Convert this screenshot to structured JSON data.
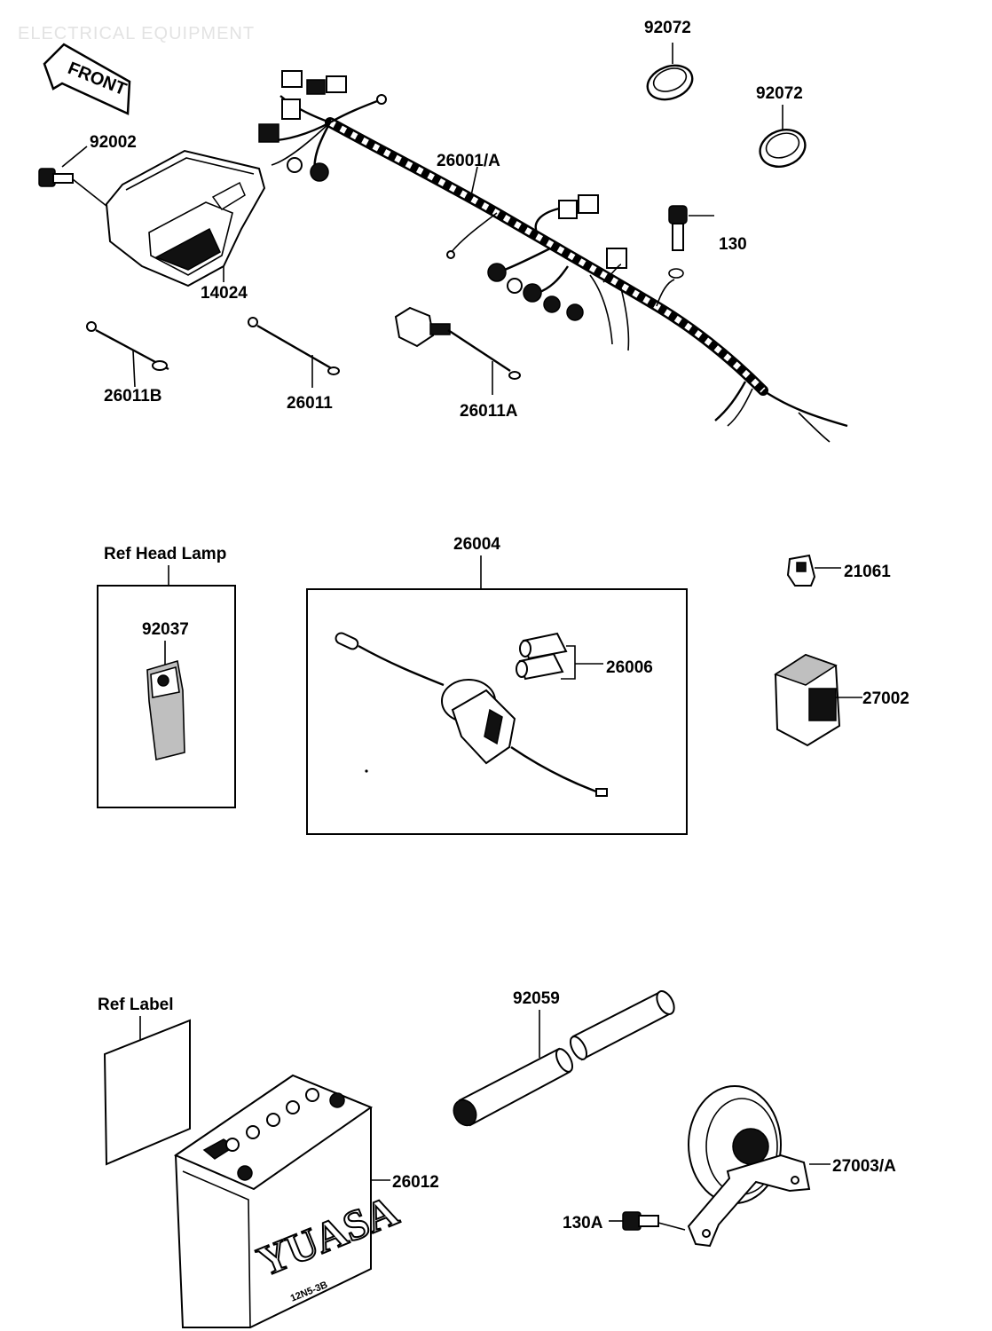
{
  "header": {
    "title": "ELECTRICAL EQUIPMENT"
  },
  "front_arrow": {
    "label": "FRONT"
  },
  "references": {
    "head_lamp": "Ref  Head Lamp",
    "label": "Ref  Label"
  },
  "battery_brand": "YUASA",
  "battery_model": "12N5-3B",
  "callouts": {
    "c92072_top": "92072",
    "c92072_mid": "92072",
    "c92002": "92002",
    "c26001a": "26001/A",
    "c130": "130",
    "c14024": "14024",
    "c26011b": "26011B",
    "c26011": "26011",
    "c26011a": "26011A",
    "c26004": "26004",
    "c92037": "92037",
    "c26006": "26006",
    "c21061": "21061",
    "c27002": "27002",
    "c92059": "92059",
    "c26012": "26012",
    "c27003a": "27003/A",
    "c130a": "130A"
  }
}
